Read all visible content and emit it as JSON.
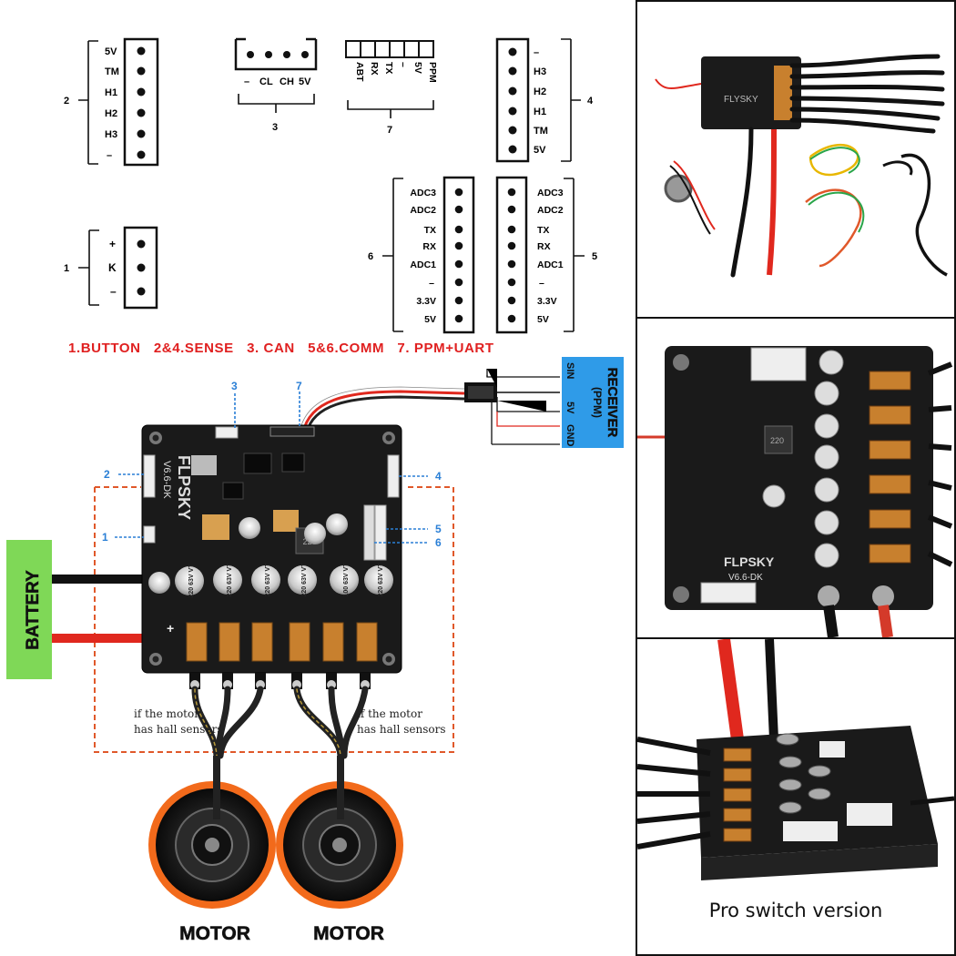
{
  "connectors": {
    "c2": {
      "id": "2",
      "pins": [
        "5V",
        "TM",
        "H1",
        "H2",
        "H3",
        "–"
      ]
    },
    "c3": {
      "id": "3",
      "pins": [
        "–",
        "CL",
        "CH",
        "5V"
      ]
    },
    "c7": {
      "id": "7",
      "pins": [
        "ABT",
        "RX",
        "TX",
        "–",
        "5V",
        "PPM"
      ]
    },
    "c4": {
      "id": "4",
      "pins": [
        "–",
        "H3",
        "H2",
        "H1",
        "TM",
        "5V"
      ]
    },
    "c1": {
      "id": "1",
      "pins": [
        "+",
        "K",
        "–"
      ]
    },
    "c6": {
      "id": "6",
      "pins": [
        "ADC3",
        "ADC2",
        "TX",
        "RX",
        "ADC1",
        "–",
        "3.3V",
        "5V"
      ]
    },
    "c5": {
      "id": "5",
      "pins": [
        "ADC3",
        "ADC2",
        "TX",
        "RX",
        "ADC1",
        "–",
        "3.3V",
        "5V"
      ]
    }
  },
  "legend": "1.BUTTON   2&4.SENSE   3. CAN   5&6.COMM   7. PPM+UART",
  "board": {
    "silk_brand": "FLPSKY",
    "silk_version": "V6.6-DK",
    "cap_labels": [
      "220 63V VT",
      "220 63V VT",
      "220 63V VT",
      "220 63V VT",
      "100 63V VT",
      "220 63V VT"
    ],
    "inductor_label": "220",
    "callouts": [
      "3",
      "7",
      "2",
      "4",
      "1",
      "5",
      "6"
    ],
    "plus_mark": "+"
  },
  "receiver": {
    "title": "RECEIVER",
    "subtitle": "(PPM)",
    "pins": [
      "SIN",
      "5V",
      "GND"
    ]
  },
  "battery_label": "BATTERY",
  "hall_note": [
    "if the motor",
    "has hall sensors"
  ],
  "motor_label": "MOTOR",
  "photos": {
    "kit": {
      "silk": "FLYSKY"
    },
    "top": {
      "silk_brand": "FLPSKY",
      "silk_version": "V6.6-DK",
      "inductor_label": "220"
    },
    "pro": {
      "caption": "Pro switch version"
    }
  },
  "colors": {
    "legend_red": "#e02020",
    "callout_blue": "#2a7fd6",
    "receiver_blue": "#2f9be8",
    "battery_green": "#7fd857",
    "wire_red": "#e0281e",
    "dashed_orange": "#e0582a",
    "motor_orange": "#f26a1b",
    "board_black": "#1a1a1a"
  }
}
